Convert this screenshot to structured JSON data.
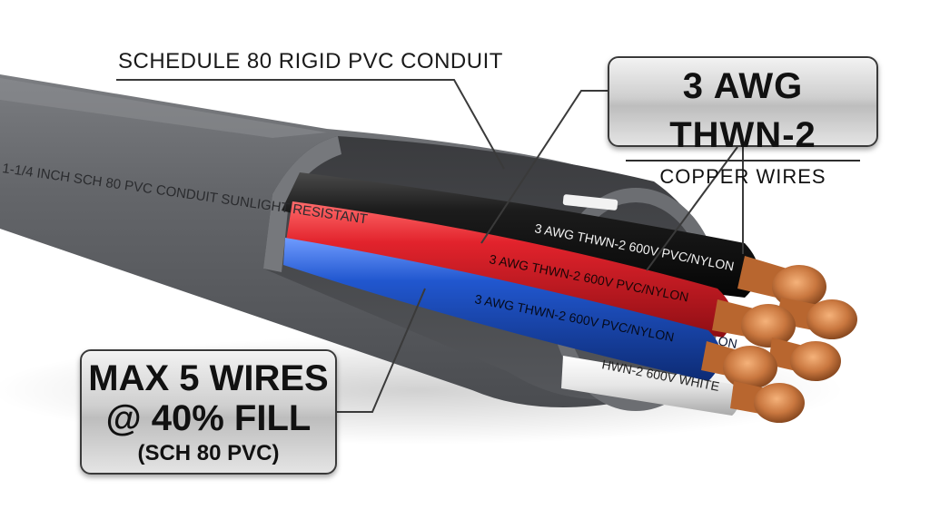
{
  "labels": {
    "conduit_title": "SCHEDULE 80 RIGID PVC CONDUIT",
    "wire_spec": "3 AWG THWN-2",
    "wire_material": "COPPER WIRES",
    "fill_line1": "MAX 5 WIRES",
    "fill_line2": "@ 40% FILL",
    "fill_line3": "(SCH 80 PVC)"
  },
  "conduit_print": "1-1/4 INCH SCH 80 PVC CONDUIT SUNLIGHT RESISTANT",
  "wires": {
    "black": "3 AWG THWN-2 600V PVC/NYLON",
    "red": "3 AWG THWN-2 600V PVC/NYLON",
    "blue": "3 AWG THWN-2 600V PVC/NYLON",
    "hidden_fragment": "ON",
    "white": "HWN-2 600V WHITE"
  },
  "colors": {
    "conduit": "#5e6064",
    "wire_black": "#1b1b1b",
    "wire_red": "#d9202a",
    "wire_blue": "#1e55c8",
    "wire_white": "#e9e9e9",
    "copper": "#c9773f"
  }
}
